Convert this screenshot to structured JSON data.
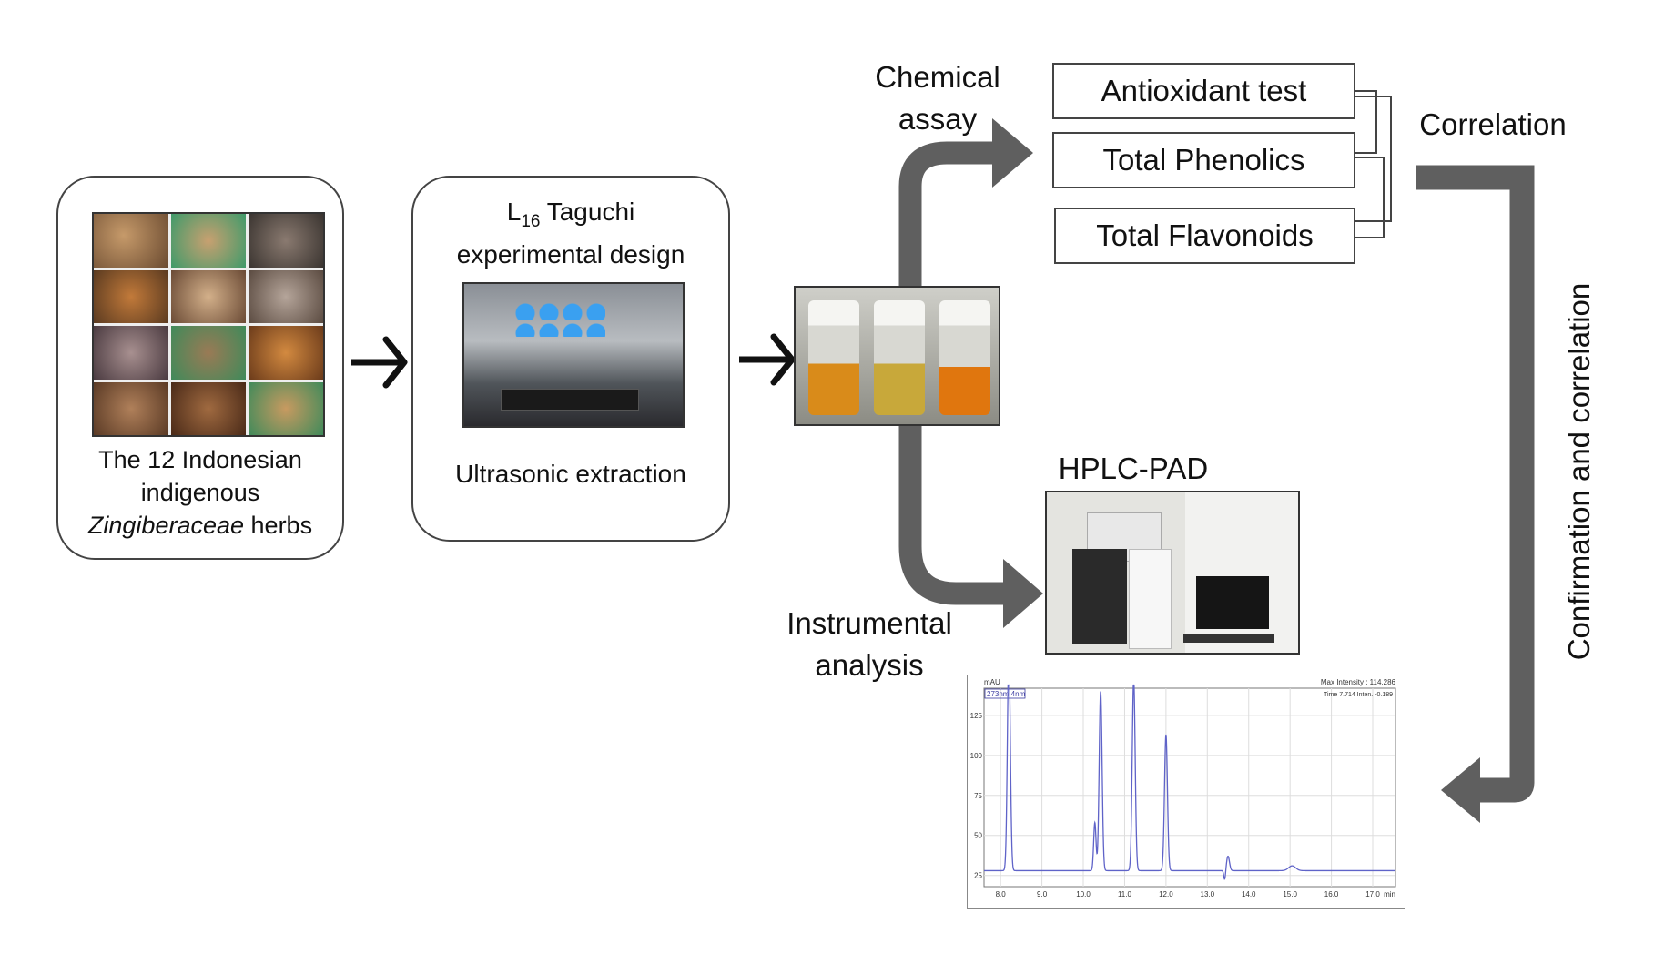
{
  "herbs": {
    "caption_line1": "The 12 Indonesian",
    "caption_line2": "indigenous",
    "caption_italic": "Zingiberaceae",
    "caption_suffix": " herbs"
  },
  "extraction": {
    "design_prefix": "L",
    "design_subscript": "16",
    "design_suffix": " Taguchi",
    "design_line2": "experimental design",
    "method": "Ultrasonic extraction"
  },
  "labels": {
    "chemical_assay_line1": "Chemical",
    "chemical_assay_line2": "assay",
    "instrumental_line1": "Instrumental",
    "instrumental_line2": "analysis",
    "correlation": "Correlation",
    "confirmation": "Confirmation and correlation",
    "hplc": "HPLC-PAD"
  },
  "assays": [
    "Antioxidant test",
    "Total Phenolics",
    "Total Flavonoids"
  ],
  "chromatogram": {
    "y_unit": "mAU",
    "wavelength": "273nm,4nm",
    "max_intensity": "Max Intensity : 114,286",
    "readout": "Time    7.714   Inten.        -0.189",
    "x_unit": "min",
    "x_ticks": [
      "8.0",
      "9.0",
      "10.0",
      "11.0",
      "12.0",
      "13.0",
      "14.0",
      "15.0",
      "16.0",
      "17.0"
    ],
    "y_ticks": [
      "25",
      "50",
      "75",
      "100",
      "125"
    ],
    "peaks": [
      {
        "rt": 8.2,
        "height": 138,
        "width": 0.05
      },
      {
        "rt": 10.28,
        "height": 30,
        "width": 0.04
      },
      {
        "rt": 10.42,
        "height": 112,
        "width": 0.05
      },
      {
        "rt": 11.22,
        "height": 120,
        "width": 0.05
      },
      {
        "rt": 12.0,
        "height": 85,
        "width": 0.05
      },
      {
        "rt": 13.5,
        "height": 9,
        "width": 0.05
      },
      {
        "rt": 15.05,
        "height": 3,
        "width": 0.12
      }
    ],
    "baseline": 28,
    "series_color": "#5f63c8"
  },
  "colors": {
    "flow_arrow": "#5f5f5f",
    "black_arrow": "#111111",
    "box_border": "#444444"
  }
}
